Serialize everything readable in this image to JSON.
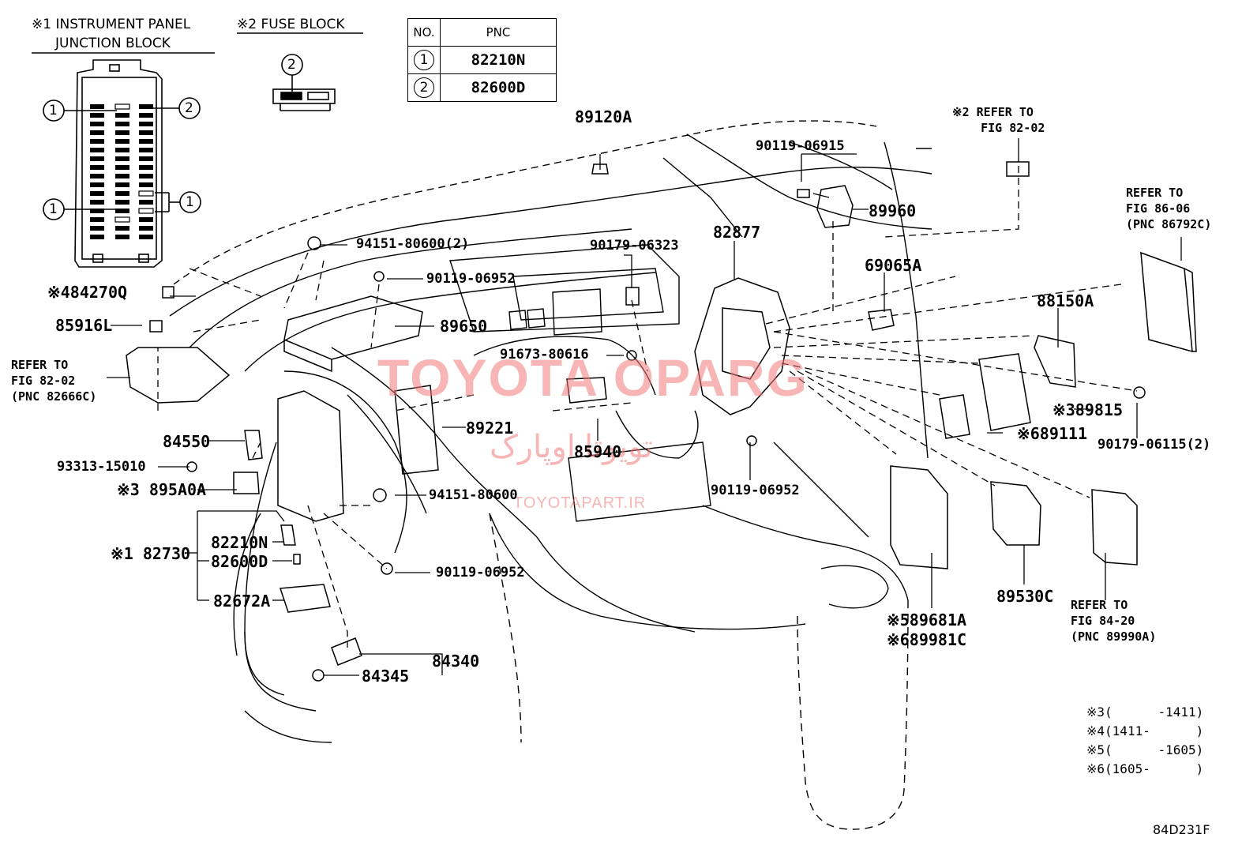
{
  "headers": {
    "junction_block_line1": "※1 INSTRUMENT PANEL",
    "junction_block_line2": "JUNCTION BLOCK",
    "fuse_block": "※2  FUSE BLOCK"
  },
  "pnc_table": {
    "col_no": "NO.",
    "col_pnc": "PNC",
    "rows": [
      {
        "no": "1",
        "pnc": "82210N"
      },
      {
        "no": "2",
        "pnc": "82600D"
      }
    ]
  },
  "callout_circles": {
    "c1": "1",
    "c2": "2"
  },
  "parts": {
    "p89120A": "89120A",
    "p90119_06915": "90119-06915",
    "p89960": "89960",
    "p82877": "82877",
    "p69065A": "69065A",
    "p94151_80600_2": "94151-80600(2)",
    "p90179_06323": "90179-06323",
    "p90119_06952_a": "90119-06952",
    "p89650": "89650",
    "p84270Q": "※484270Q",
    "p85916L": "85916L",
    "p91673_80616": "91673-80616",
    "p88150A": "88150A",
    "p89221": "89221",
    "p85940": "85940",
    "p89815": "※389815",
    "p89111": "※689111",
    "p90179_06115": "90179-06115(2)",
    "p84550": "84550",
    "p93313_15010": "93313-15010",
    "p895A0A": "※3 895A0A",
    "p94151_80600": "94151-80600",
    "p90119_06952_b": "90119-06952",
    "p82210N": "82210N",
    "p82730": "※1 82730",
    "p82600D": "82600D",
    "p90119_06952_c": "90119-06952",
    "p82672A": "82672A",
    "p89530C": "89530C",
    "p89681A": "※589681A",
    "p89981C": "※689981C",
    "p84340": "84340",
    "p84345": "84345"
  },
  "refs": {
    "ref_82_02_top": "※2 REFER TO\n    FIG 82-02",
    "ref_86_06": "REFER TO\nFIG 86-06\n(PNC 86792C)",
    "ref_82_02_left": "REFER TO\nFIG 82-02\n(PNC 82666C)",
    "ref_84_20": "REFER TO\nFIG 84-20\n(PNC 89990A)"
  },
  "notes": [
    "※3(      -1411)",
    "※4(1411-      )",
    "※5(      -1605)",
    "※6(1605-      )"
  ],
  "figure_code": "84D231F",
  "watermark": {
    "main": "TOYOTA OPARG",
    "arabic": "تویوتا اوپارک",
    "site": "TOYOTAPART.IR"
  }
}
